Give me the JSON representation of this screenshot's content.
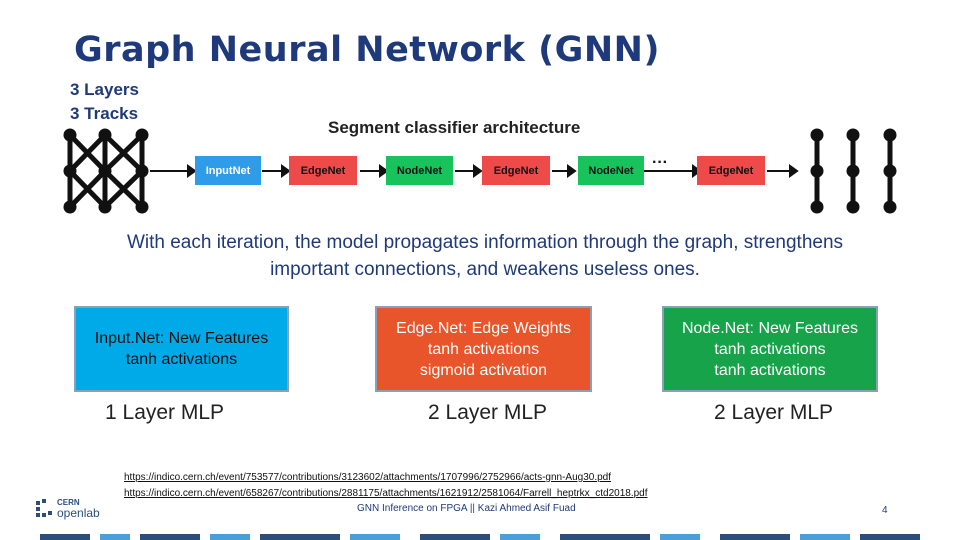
{
  "title": "Graph Neural Network (GNN)",
  "info_lines": [
    "3 Layers",
    "3 Tracks"
  ],
  "architecture": {
    "heading": "Segment classifier architecture",
    "blocks": [
      "InputNet",
      "EdgeNet",
      "NodeNet",
      "EdgeNet",
      "NodeNet",
      "EdgeNet"
    ],
    "ellipsis": "···"
  },
  "caption": "With each iteration, the model propagates information through the graph, strengthens important connections, and weakens useless ones.",
  "boxes": {
    "input": {
      "line1": "Input.Net: New Features",
      "line2": "tanh activations",
      "color": "#00a9e8",
      "mlp": "1 Layer MLP"
    },
    "edge": {
      "line1": "Edge.Net: Edge Weights",
      "line2": "tanh activations",
      "line3": "sigmoid activation",
      "color": "#e8552a",
      "mlp": "2 Layer MLP"
    },
    "node": {
      "line1": "Node.Net: New Features",
      "line2": "tanh activations",
      "line3": "tanh activations",
      "color": "#17a34a",
      "mlp": "2 Layer MLP"
    }
  },
  "references": [
    "https://indico.cern.ch/event/753577/contributions/3123602/attachments/1707996/2752966/acts-gnn-Aug30.pdf",
    "https://indico.cern.ch/event/658267/contributions/2881175/attachments/1621912/2581064/Farrell_heptrkx_ctd2018.pdf"
  ],
  "footer": "GNN Inference on FPGA || Kazi Ahmed Asif Fuad",
  "page_number": "4",
  "logo": {
    "line1": "CERN",
    "line2": "openlab"
  }
}
